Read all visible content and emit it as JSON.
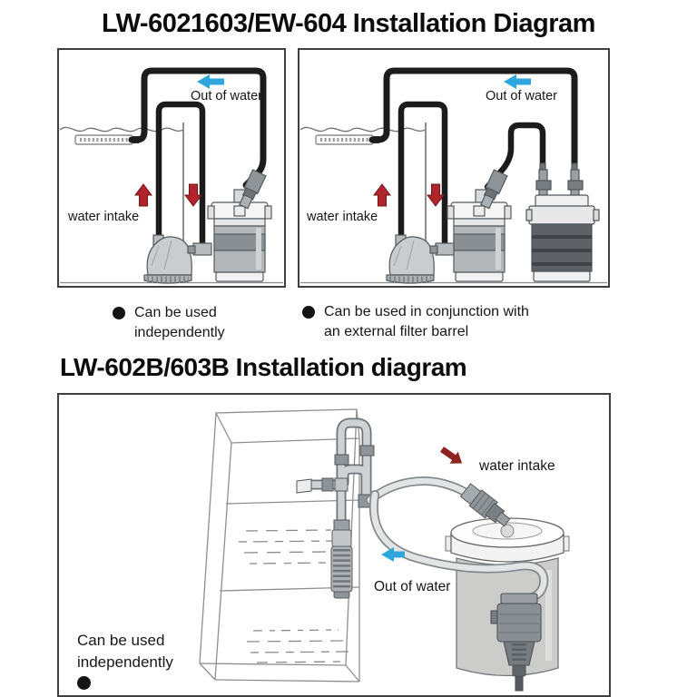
{
  "colors": {
    "background": "#ffffff",
    "panel_border": "#3f3f3f",
    "blue_arrow": "#2fa7de",
    "red_arrow": "#b1242c",
    "dark_red_arrow": "#8e2420",
    "tube_black": "#1c1c1c"
  },
  "top_section": {
    "title": "LW-6021603/EW-604 Installation Diagram",
    "left_panel": {
      "out_of_water_label": "Out of water",
      "water_intake_label": "water intake",
      "caption_line1": "Can be used",
      "caption_line2": "independently"
    },
    "right_panel": {
      "out_of_water_label": "Out of water",
      "water_intake_label": "water intake",
      "caption_line1": "Can be used in conjunction with",
      "caption_line2": "an external filter barrel"
    }
  },
  "bottom_section": {
    "title": "LW-602B/603B Installation diagram",
    "panel": {
      "water_intake_label": "water intake",
      "out_of_water_label": "Out of water",
      "caption_line1": "Can be used",
      "caption_line2": "independently"
    }
  }
}
